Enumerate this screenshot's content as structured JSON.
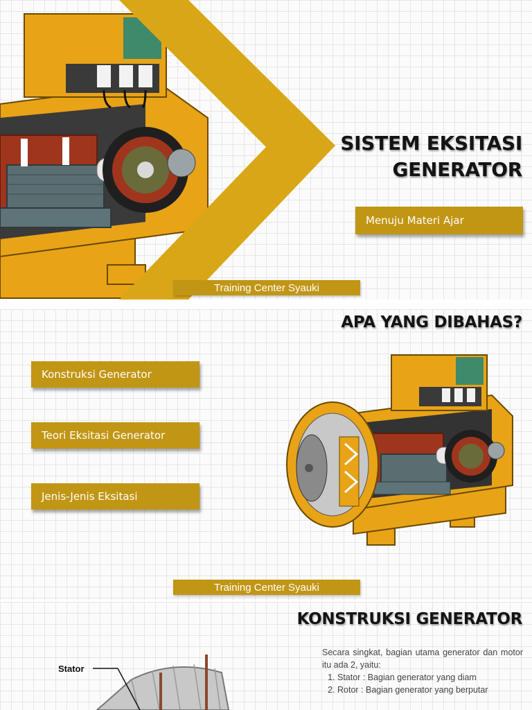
{
  "colors": {
    "accent": "#c19614",
    "machine_yellow": "#e8a317",
    "copper": "#a0351e",
    "heading": "#141414"
  },
  "slide1": {
    "title_line1": "SISTEM EKSITASI",
    "title_line2": "GENERATOR",
    "cta_label": "Menuju Materi Ajar",
    "footer": "Training Center Syauki",
    "image_icon": "generator-icon"
  },
  "slide2": {
    "heading": "APA YANG DIBAHAS?",
    "topics": [
      "Konstruksi Generator",
      "Teori Eksitasi Generator",
      "Jenis-Jenis Eksitasi"
    ],
    "footer": "Training Center Syauki",
    "image_icon": "generator-icon"
  },
  "slide3": {
    "heading": "KONSTRUKSI GENERATOR",
    "diagram_label": "Stator",
    "intro": "Secara singkat, bagian utama generator dan motor itu ada 2, yaitu:",
    "items": [
      "Stator : Bagian generator yang diam",
      "Rotor : Bagian generator yang berputar"
    ]
  }
}
